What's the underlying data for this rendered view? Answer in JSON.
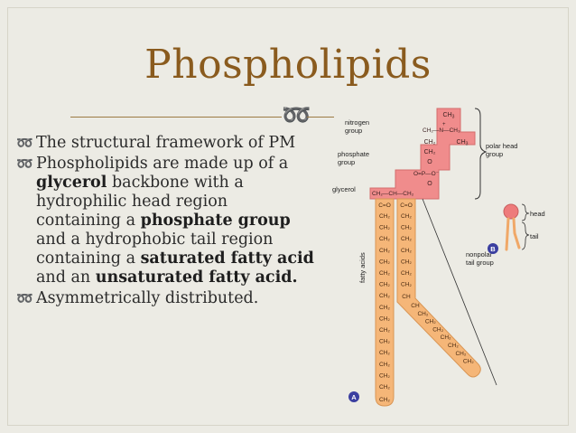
{
  "slide": {
    "title": "Phospholipids",
    "ornament_icon": "curly-loop-icon",
    "colors": {
      "background": "#ecebe4",
      "title": "#8a5b1e",
      "head_region": "#f08c8c",
      "tail_region": "#f5b678",
      "accent": "#3b3fa0"
    }
  },
  "bullets": [
    {
      "marker": "➿",
      "segments": [
        {
          "t": " The structural framework of PM",
          "b": false
        }
      ]
    },
    {
      "marker": "➿",
      "segments": [
        {
          "t": "Phospholipids are made up of a ",
          "b": false
        },
        {
          "t": "glycerol",
          "b": true
        },
        {
          "t": " backbone with a hydrophilic head region containing a ",
          "b": false
        },
        {
          "t": "phosphate group",
          "b": true
        },
        {
          "t": " and a hydrophobic tail region containing a ",
          "b": false
        },
        {
          "t": "saturated fatty acid",
          "b": true
        },
        {
          "t": " and an ",
          "b": false
        },
        {
          "t": "unsaturated fatty acid.",
          "b": true
        }
      ]
    },
    {
      "marker": "➿",
      "segments": [
        {
          "t": "Asymmetrically distributed.",
          "b": false
        }
      ]
    }
  ],
  "figure": {
    "labels": {
      "nitrogen_group": [
        "nitrogen",
        "group"
      ],
      "phosphate_group": [
        "phosphate",
        "group"
      ],
      "glycerol": "glycerol",
      "fatty_acids": "fatty acids",
      "polar_head_group": [
        "polar head",
        "group"
      ],
      "nonpolar_tail_group": [
        "nonpolar",
        "tail group"
      ],
      "head": "head",
      "tail": "tail",
      "badge_a": "A",
      "badge_b": "B"
    },
    "chem": {
      "ch3": "CH",
      "ch3_sub": "3",
      "choline_row": "CH₂—N—CH₃",
      "plus": "+",
      "ch2": "CH₂",
      "o": "O",
      "phosphate_row": "O=P—O⁻",
      "glycerol_row": "CH₂—CH—CH₂",
      "carbonyl": "C=O",
      "ch": "CH"
    }
  }
}
